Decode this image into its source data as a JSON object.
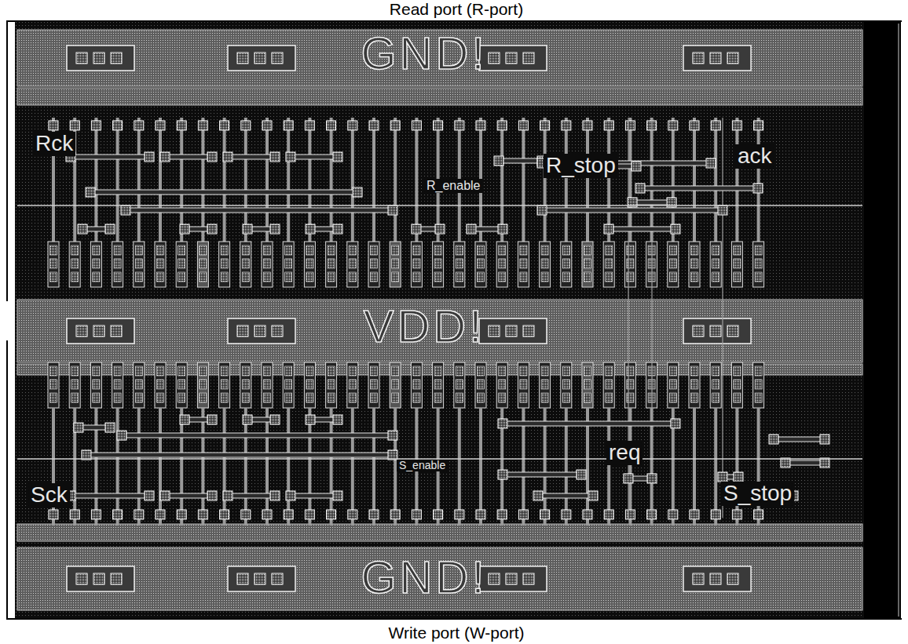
{
  "diagram": {
    "nodes": [
      {
        "text": [
          "Read port (R-port)"
        ]
      },
      {
        "text": [
          "Write port (W-port)"
        ]
      }
    ],
    "labels": [
      "GND!",
      "Rck",
      "R_stop",
      "ack",
      "R_enable",
      "VDD!",
      "req",
      "S_enable",
      "Sck",
      "S_stop",
      "GND!"
    ]
  }
}
